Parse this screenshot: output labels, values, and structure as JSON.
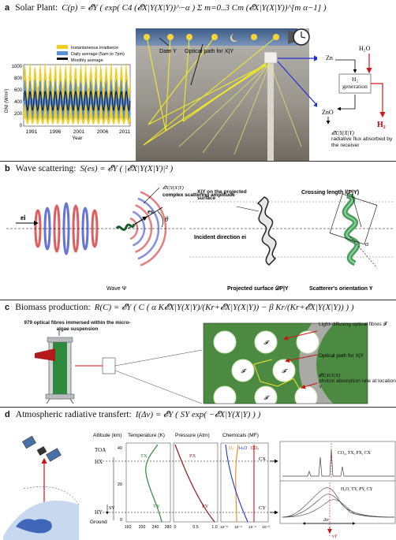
{
  "panels": {
    "a": {
      "letter": "a",
      "name": "Solar Plant:",
      "equation": "C(p) = 𝓔Y ( exp( C4 (𝓔X|Y(X|Y))^−α ) Σ m=0..3 Cm (𝓔X|Y(X|Y))^[m α−1] )",
      "chart": {
        "ylabel": "DNI (W/m²)",
        "xlabel": "Year",
        "yticks": [
          "1000",
          "800",
          "600",
          "400",
          "200",
          "0"
        ],
        "xticks": [
          "1991",
          "1996",
          "2001",
          "2006",
          "2011"
        ],
        "legend": [
          "Instantaneous irradiance",
          "Daily average (5am to 7pm)",
          "Monthly average"
        ]
      },
      "labels": {
        "date": "Date Y",
        "optical_path": "Optical path for X|Y",
        "zn": "Zn",
        "zno": "ZnO",
        "h2o": "H₂O",
        "h2gen": "H₂ generation",
        "h2": "H₂",
        "flux_symbol": "𝓔X|Y(X|Y)",
        "flux_text": "radiative flux absorbed by the receiver"
      }
    },
    "b": {
      "letter": "b",
      "name": "Wave scattering:",
      "equation": "S(es) = 𝓔Y ( |𝓔X|Y(X|Y)|² )",
      "labels": {
        "ei": "ei",
        "es": "es",
        "theta": "θ",
        "amp_symbol": "𝓔X|Y(X|Y)",
        "amp_text": "complex scattering amplitude",
        "xy_surface": "X|Y on the projected surface",
        "incident": "Incident direction ei",
        "wave": "Wave Ψ",
        "crossing": "Crossing length l(P|Y)",
        "alpha": "α",
        "projected": "Projected surface 𝒟P|Y",
        "orientation": "Scatterer's orientation Y"
      }
    },
    "c": {
      "letter": "c",
      "name": "Biomass production:",
      "equation": "R(C) = 𝓔Y ( C ( α K𝓔X|Y(X|Y)/(Kr+𝓔X|Y(X|Y)) − β Kr/(Kr+𝓔X|Y(X|Y)) ) )",
      "labels": {
        "fibres": "979 optical fibres immersed within the micro-algae suspension",
        "light_fibres": "Light-diffusing optical fibres 𝓕",
        "optical_path": "Optical path for X|Y",
        "abs_symbol": "𝓔X|Y(X|Y)",
        "abs_text": "photon absorption rate at location Y",
        "F": "𝓕"
      }
    },
    "d": {
      "letter": "d",
      "name": "Atmospheric radiative transfert:",
      "equation": "I(Δν) = 𝓔Y ( SY exp( −𝓔X|Y(X|Y) ) )",
      "cols": {
        "altitude": "Altitude (km)",
        "temperature": "Temperature (K)",
        "pressure": "Pressure (Atm)",
        "chemicals": "Chemicals (MF)"
      },
      "labels": {
        "toa": "TOA",
        "hx": "HX",
        "hy": "HY",
        "ground": "Ground",
        "sy": "SY",
        "tx": "TX",
        "ty": "TY",
        "px": "PX",
        "py": "PY",
        "cx": "CX",
        "cy": "CY",
        "o3": "O₃",
        "h2o": "H₂O",
        "co2": "CO₂",
        "spec_top": "CO₂, TX, PX, CX",
        "spec_bot": "H₂O, TY, PY, CY",
        "dnu": "Δν",
        "nuy": "νY"
      },
      "alt_ticks": [
        "40",
        "20",
        "0"
      ],
      "temp_ticks": [
        "160",
        "200",
        "240",
        "280"
      ],
      "pres_ticks": [
        "0",
        "0.5",
        "1.0"
      ],
      "chem_ticks": [
        "10⁻⁸",
        "10⁻⁶",
        "10⁻⁴",
        "10⁻²"
      ]
    }
  }
}
